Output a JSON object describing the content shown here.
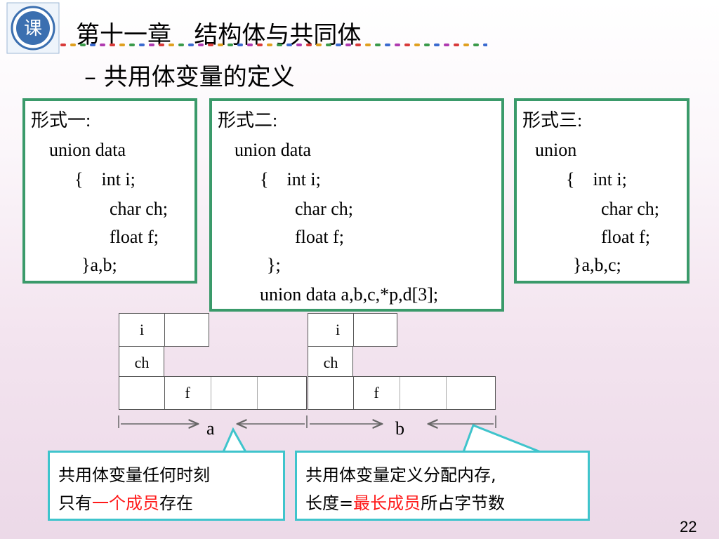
{
  "header": {
    "title": "第十一章   结构体与共同体",
    "subtitle": "– 共用体变量的定义"
  },
  "forms": [
    {
      "label": "形式一:",
      "lines": [
        "union data",
        "{    int i;",
        "char ch;",
        "float f;",
        "}a,b;"
      ]
    },
    {
      "label": "形式二:",
      "lines": [
        "union data",
        "{    int i;",
        "char ch;",
        "float f;",
        "};",
        "union data a,b,c,*p,d[3];"
      ]
    },
    {
      "label": "形式三:",
      "lines": [
        "union",
        "{    int i;",
        "char ch;",
        "float f;",
        "}a,b,c;"
      ]
    }
  ],
  "memory": {
    "a": {
      "i": "i",
      "ch": "ch",
      "f": "f",
      "label": "a"
    },
    "b": {
      "i": "i",
      "ch": "ch",
      "f": "f",
      "label": "b"
    }
  },
  "callouts": {
    "left": {
      "line1": "共用体变量任何时刻",
      "line2_pre": "只有",
      "line2_red": "一个成员",
      "line2_post": "存在"
    },
    "right": {
      "line1": "共用体变量定义分配内存,",
      "line2_pre": "长度=",
      "line2_red": "最长成员",
      "line2_post": "所占字节数"
    }
  },
  "colors": {
    "box_border": "#3a9a6a",
    "callout_border": "#3fc4cc",
    "highlight": "#ff1a1a"
  },
  "page": {
    "number": "22"
  }
}
